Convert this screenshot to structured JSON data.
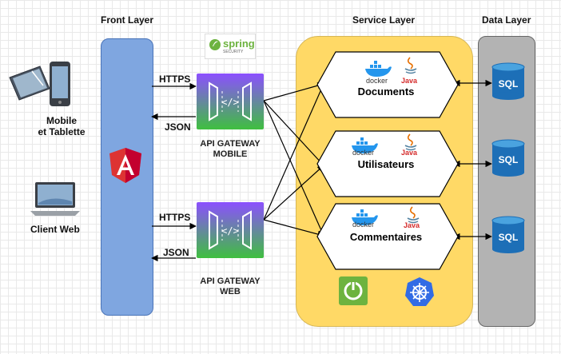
{
  "layers": {
    "front": "Front Layer",
    "service": "Service Layer",
    "data": "Data Layer"
  },
  "clients": {
    "mobile": "Mobile\net Tablette",
    "web": "Client Web"
  },
  "arrows": {
    "https_top": "HTTPS",
    "json_top": "JSON",
    "https_bottom": "HTTPS",
    "json_bottom": "JSON"
  },
  "gateways": {
    "mobile": "API GATEWAY\nMOBILE",
    "web": "API GATEWAY\nWEB",
    "brand": "spring",
    "brand_sub": "SECURITY"
  },
  "services": [
    {
      "name": "Documents",
      "docker": "docker",
      "java": "Java"
    },
    {
      "name": "Utilisateurs",
      "docker": "docker",
      "java": "Java"
    },
    {
      "name": "Commentaires",
      "docker": "docker",
      "java": "Java"
    }
  ],
  "db": [
    "SQL",
    "SQL",
    "SQL"
  ],
  "colors": {
    "front": "#7fa6e0",
    "service": "#ffd966",
    "data": "#b3b3b3",
    "angular": "#dd3333",
    "gateway_top": "#8c4fff",
    "gateway_bottom": "#3fbf3f",
    "db": "#1d6fb7"
  },
  "icons": [
    "tablet-icon",
    "phone-icon",
    "laptop-icon",
    "angular-icon",
    "spring-security-icon",
    "gateway-icon",
    "docker-icon",
    "java-icon",
    "sql-database-icon",
    "spring-boot-icon",
    "kubernetes-icon"
  ]
}
